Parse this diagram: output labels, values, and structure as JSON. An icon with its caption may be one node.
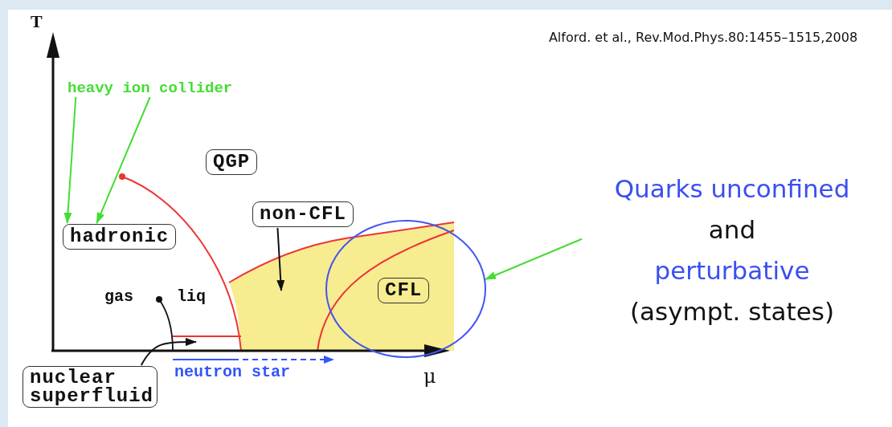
{
  "diagram": {
    "nodes": [
      {
        "text": [
          "heavy ion collider"
        ]
      },
      {
        "text": [
          "QGP"
        ]
      },
      {
        "text": [
          "non-CFL"
        ]
      },
      {
        "text": [
          "Quarks unconfined",
          "and",
          "perturbative",
          "(asympt. states)"
        ]
      },
      {
        "text": [
          "hadronic"
        ]
      },
      {
        "text": [
          "CFL"
        ],
        "in": 6
      },
      {
        "text": [],
        "shape": "circle"
      },
      {
        "text": [
          "nuclear superfluid"
        ]
      }
    ],
    "edges": [
      {
        "from": 0,
        "to": 4,
        "arrow": "to",
        "color": "#44dd33"
      },
      {
        "from": 0,
        "to": 4,
        "arrow": "to",
        "color": "#44dd33"
      },
      {
        "from": 2,
        "to": null,
        "arrow": "to",
        "color": "#111111"
      },
      {
        "from": 3,
        "to": 6,
        "arrow": "to",
        "color": "#44dd33"
      },
      {
        "from": 7,
        "to": null,
        "arrow": "to",
        "color": "#111111"
      }
    ],
    "labels": [
      "Alford. et al., Rev.Mod.Phys.80:1455–1515,2008",
      "T",
      "gas",
      "liq",
      "neutron star",
      "μ"
    ]
  }
}
